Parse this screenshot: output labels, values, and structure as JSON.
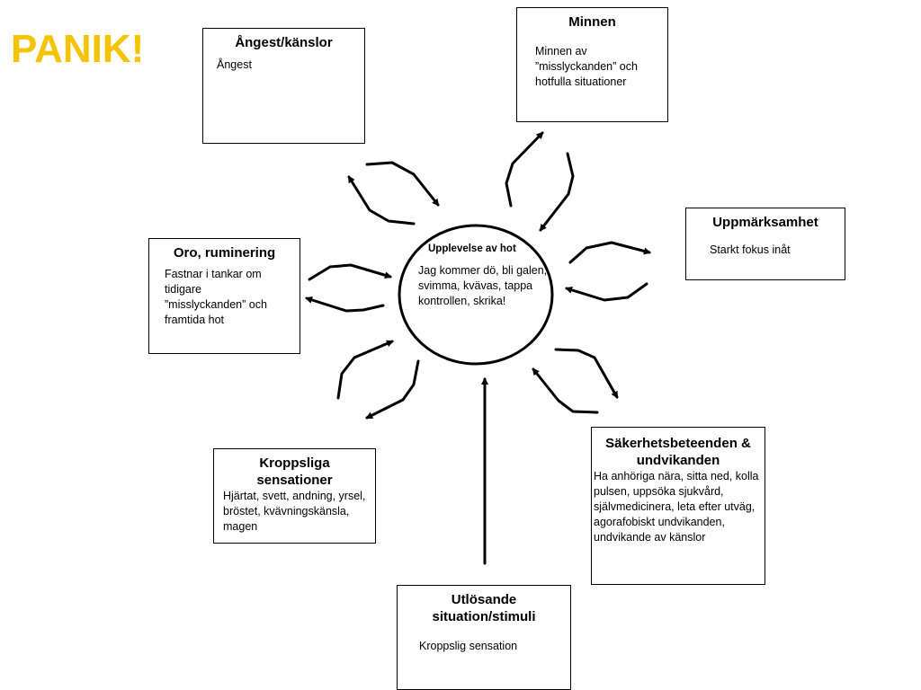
{
  "title": "PANIK!",
  "center": {
    "heading": "Upplevelse av hot",
    "text": "Jag kommer dö, bli galen, svimma, kvävas, tappa kontrollen, skrika!"
  },
  "boxes": {
    "angest": {
      "heading": "Ångest/känslor",
      "text": "Ångest"
    },
    "minnen": {
      "heading": "Minnen",
      "text": "Minnen av ”misslyckanden” och hotfulla situationer"
    },
    "uppmarksamhet": {
      "heading": "Uppmärksamhet",
      "text": "Starkt fokus inåt"
    },
    "oro": {
      "heading": "Oro, ruminering",
      "text": "Fastnar i tankar om tidigare ”misslyckanden” och framtida hot"
    },
    "sakerhet": {
      "heading": "Säkerhetsbeteenden & undvikanden",
      "text": "Ha anhöriga nära, sitta ned, kolla pulsen, uppsöka sjukvård, självmedicinera, leta efter utväg, agorafobiskt undvikanden, undvikande av känslor"
    },
    "kropp": {
      "heading": "Kroppsliga sensationer",
      "text": "Hjärtat, svett, andning, yrsel, bröstet, kvävningskänsla, magen"
    },
    "utlosande": {
      "heading": "Utlösande situation/stimuli",
      "text": "Kroppslig sensation"
    }
  },
  "colors": {
    "title": "#f5c400",
    "line": "#000000"
  }
}
